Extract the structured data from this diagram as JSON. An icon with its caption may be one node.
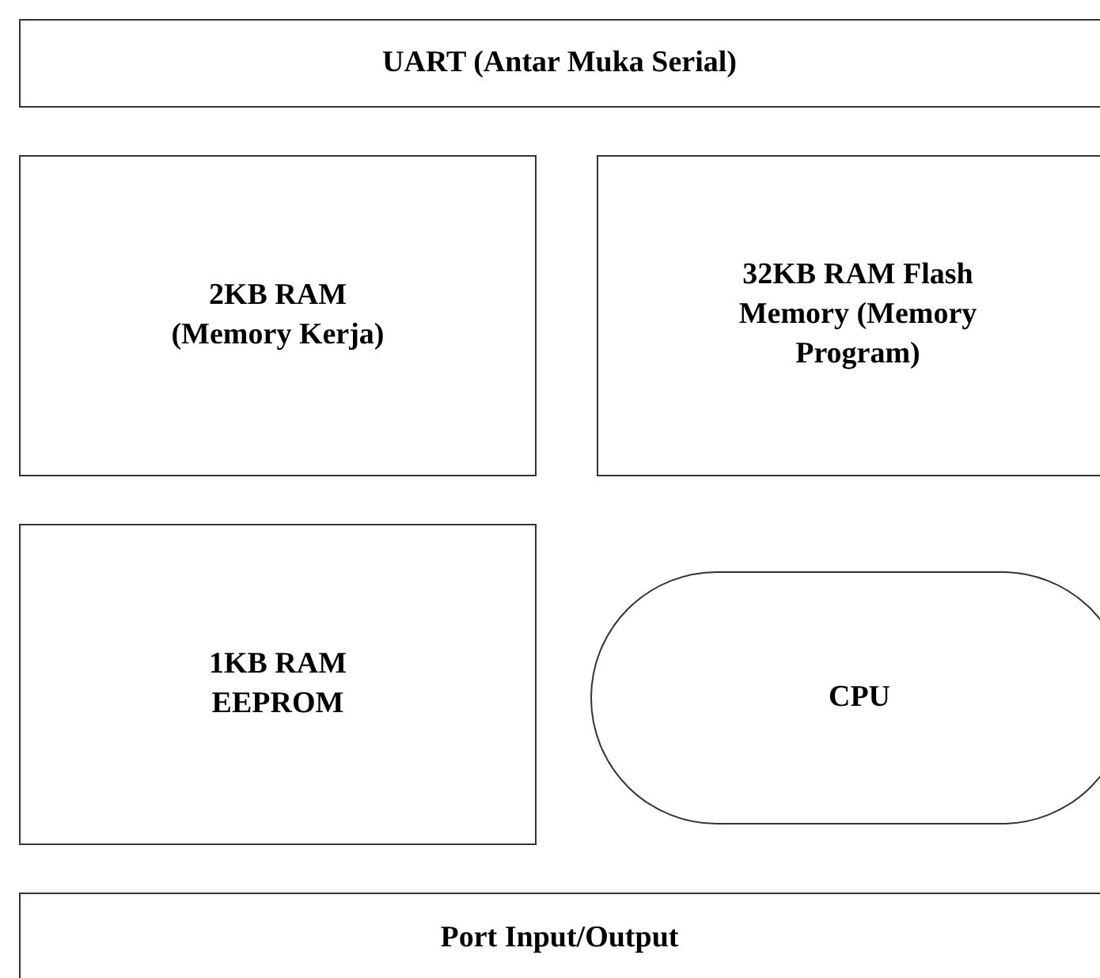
{
  "diagram": {
    "nodes": [
      {
        "text": [
          "UART (Antar Muka Serial)"
        ]
      },
      {
        "text": [
          "2KB RAM (Memory Kerja)"
        ]
      },
      {
        "text": [
          "32KB RAM Flash Memory (Memory Program)"
        ]
      },
      {
        "text": [
          "1KB RAM EEPROM"
        ]
      },
      {
        "text": [
          "CPU"
        ]
      },
      {
        "text": [
          "Port Input/Output"
        ]
      }
    ]
  }
}
